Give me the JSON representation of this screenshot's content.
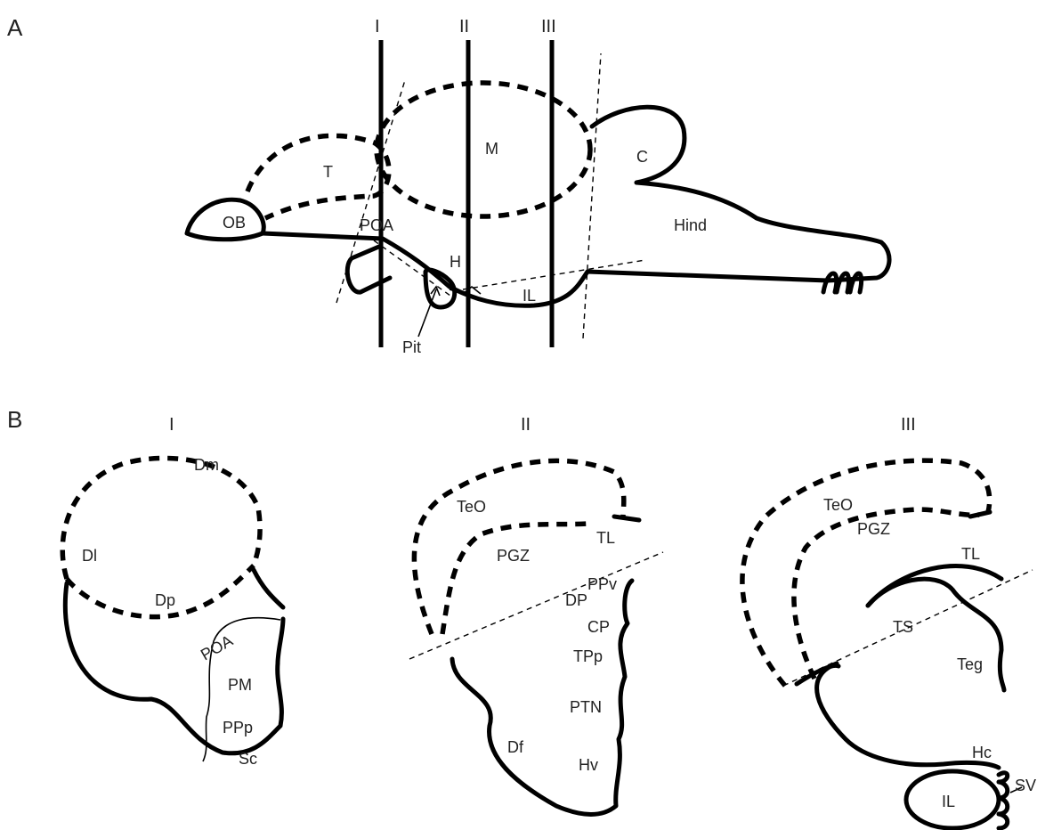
{
  "panel_a": {
    "panel_label": "A",
    "section_labels": [
      "I",
      "II",
      "III"
    ],
    "regions": {
      "olfactory_bulb": "OB",
      "telencephalon": "T",
      "midbrain": "M",
      "cerebellum": "C",
      "hindbrain": "Hind",
      "preoptic_area": "POA",
      "hypothalamus": "H",
      "inferior_lobe": "IL",
      "pituitary": "Pit"
    }
  },
  "panel_b": {
    "panel_label": "B",
    "section_i": {
      "title": "I",
      "regions": [
        "Dm",
        "Dl",
        "Dp",
        "POA",
        "PM",
        "PPp",
        "Sc"
      ]
    },
    "section_ii": {
      "title": "II",
      "regions": [
        "TeO",
        "TL",
        "PGZ",
        "PPv",
        "DP",
        "CP",
        "TPp",
        "PTN",
        "Df",
        "Hv"
      ]
    },
    "section_iii": {
      "title": "III",
      "regions": [
        "TeO",
        "PGZ",
        "TL",
        "TS",
        "Teg",
        "Hc",
        "IL",
        "SV"
      ]
    }
  }
}
